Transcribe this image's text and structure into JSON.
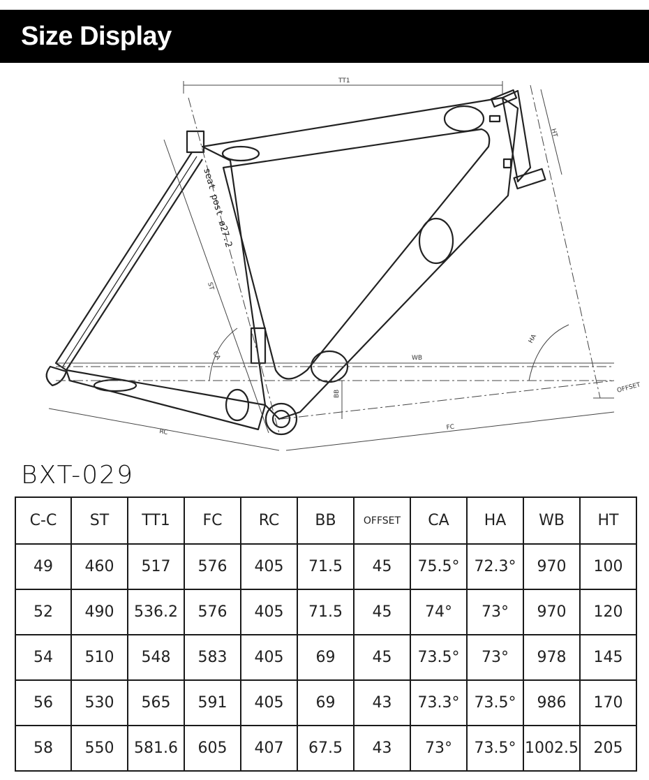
{
  "header": {
    "title": "Size Display"
  },
  "diagram": {
    "labels": {
      "tt1": "TT1",
      "ht": "HT",
      "st": "ST",
      "ca": "CA",
      "ha": "HA",
      "wb": "WB",
      "bb": "BB",
      "rc": "RC",
      "fc": "FC",
      "offset": "OFFSET",
      "seat_post": "seat post ø27.2"
    },
    "icons": [
      "bicycle-frame-geometry-diagram"
    ]
  },
  "model": {
    "name": "BXT-029"
  },
  "table": {
    "columns": [
      "C-C",
      "ST",
      "TT1",
      "FC",
      "RC",
      "BB",
      "OFFSET",
      "CA",
      "HA",
      "WB",
      "HT"
    ],
    "rows": [
      [
        "49",
        "460",
        "517",
        "576",
        "405",
        "71.5",
        "45",
        "75.5°",
        "72.3°",
        "970",
        "100"
      ],
      [
        "52",
        "490",
        "536.2",
        "576",
        "405",
        "71.5",
        "45",
        "74°",
        "73°",
        "970",
        "120"
      ],
      [
        "54",
        "510",
        "548",
        "583",
        "405",
        "69",
        "45",
        "73.5°",
        "73°",
        "978",
        "145"
      ],
      [
        "56",
        "530",
        "565",
        "591",
        "405",
        "69",
        "43",
        "73.3°",
        "73.5°",
        "986",
        "170"
      ],
      [
        "58",
        "550",
        "581.6",
        "605",
        "407",
        "67.5",
        "43",
        "73°",
        "73.5°",
        "1002.5",
        "205"
      ]
    ]
  }
}
